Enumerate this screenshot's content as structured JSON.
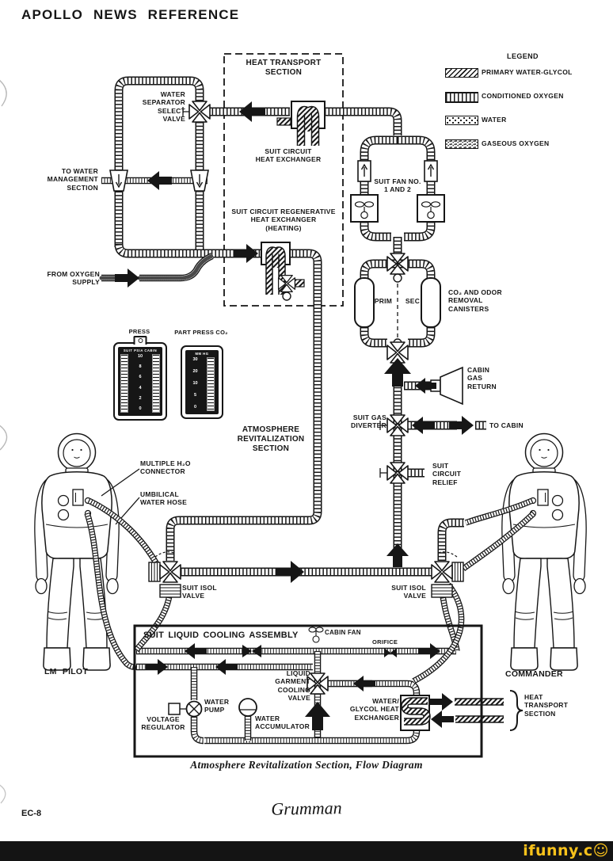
{
  "page": {
    "title": "APOLLO NEWS REFERENCE",
    "caption": "Atmosphere Revitalization Section, Flow Diagram",
    "page_number": "EC-8",
    "publisher_signature": "Grumman",
    "watermark": "ifunny.c☺"
  },
  "legend": {
    "title": "LEGEND",
    "items": [
      {
        "label": "PRIMARY WATER-GLYCOL",
        "pattern": "diagonal-hatch"
      },
      {
        "label": "CONDITIONED OXYGEN",
        "pattern": "ladder"
      },
      {
        "label": "WATER",
        "pattern": "dots"
      },
      {
        "label": "GASEOUS OXYGEN",
        "pattern": "stipple"
      }
    ]
  },
  "sections": {
    "heat_transport_box": "HEAT TRANSPORT\nSECTION",
    "atmosphere_revitalization": "ATMOSPHERE\nREVITALIZATION\nSECTION",
    "suit_liquid_cooling_assembly": "SUIT LIQUID COOLING ASSEMBLY",
    "heat_transport_right": "HEAT\nTRANSPORT\nSECTION"
  },
  "labels": {
    "water_separator_select_valve": "WATER\nSEPARATOR\nSELECT\nVALVE",
    "suit_circuit_heat_exchanger": "SUIT CIRCUIT\nHEAT EXCHANGER",
    "to_water_management_section": "TO WATER\nMANAGEMENT\nSECTION",
    "suit_circuit_regenerative_hx": "SUIT CIRCUIT REGENERATIVE\nHEAT EXCHANGER\n(HEATING)",
    "from_oxygen_supply": "FROM OXYGEN\nSUPPLY",
    "suit_fan": "SUIT FAN NO.\n1 AND 2",
    "prim": "PRIM",
    "sec": "SEC",
    "co2_canisters": "CO₂ AND ODOR\nREMOVAL\nCANISTERS",
    "cabin_gas_return": "CABIN\nGAS\nRETURN",
    "suit_gas_diverter": "SUIT GAS\nDIVERTER",
    "to_cabin": "TO CABIN",
    "suit_circuit_relief": "SUIT\nCIRCUIT\nRELIEF",
    "multiple_h2o_connector": "MULTIPLE H₂O\nCONNECTOR",
    "umbilical_water_hose": "UMBILICAL\nWATER HOSE",
    "suit_isol_valve_left": "SUIT ISOL\nVALVE",
    "suit_isol_valve_right": "SUIT ISOL\nVALVE",
    "cabin_fan": "CABIN FAN",
    "orifice": "ORIFICE",
    "liquid_garment_cooling_valve": "LIQUID\nGARMENT\nCOOLING\nVALVE",
    "water_pump": "WATER\nPUMP",
    "voltage_regulator": "VOLTAGE\nREGULATOR",
    "water_accumulator": "WATER\nACCUMULATOR",
    "water_glycol_heat_exchanger": "WATER/\nGLYCOL HEAT\nEXCHANGER"
  },
  "figures": {
    "left_astronaut": "LM PILOT",
    "right_astronaut": "COMMANDER"
  },
  "gauges": {
    "press": {
      "title": "PRESS",
      "header": "SUIT PSIA CABIN",
      "scale": [
        "10",
        "8",
        "6",
        "4",
        "2",
        "0"
      ]
    },
    "co2": {
      "title": "PART PRESS CO₂",
      "header": "MM HG",
      "scale": [
        "30",
        "20",
        "10",
        "5",
        "0"
      ]
    }
  },
  "colors": {
    "ink": "#161616",
    "paper": "#ffffff",
    "watermark_bar": "#141414",
    "watermark_text": "#f8c21b"
  }
}
